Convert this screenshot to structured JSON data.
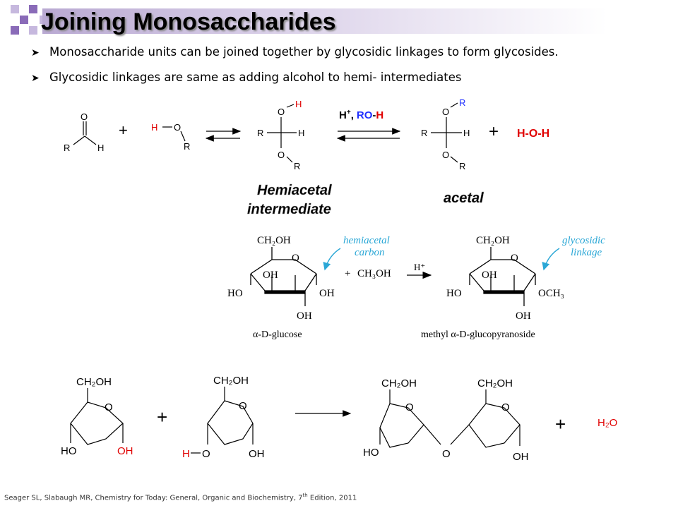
{
  "title": "Joining Monosaccharides",
  "bullets": [
    "Monosaccharide units can be joined together by glycosidic linkages to form glycosides.",
    "Glycosidic linkages are same as adding alcohol to hemi- intermediates"
  ],
  "scheme1": {
    "aldehyde_O": "O",
    "aldehyde_R": "R",
    "aldehyde_H": "H",
    "plus1": "+",
    "alcohol_H": "H",
    "alcohol_O": "O",
    "alcohol_R": "R",
    "hemiacetal_O_top": "O",
    "hemiacetal_H_top": "H",
    "hemiacetal_R": "R",
    "hemiacetal_H": "H",
    "hemiacetal_O_bottom": "O",
    "hemiacetal_R_bottom": "R",
    "catalyst_H": "H",
    "catalyst_sup": "+",
    "catalyst_comma": ",",
    "catalyst_RO": "RO",
    "catalyst_dash": "-",
    "catalyst_H2": "H",
    "acetal_O_top": "O",
    "acetal_R_top": "R",
    "acetal_R": "R",
    "acetal_H": "H",
    "acetal_O_bottom": "O",
    "acetal_R_bottom": "R",
    "plus2": "+",
    "water": "H-O-H",
    "label_hemiacetal_1": "Hemiacetal",
    "label_hemiacetal_2": "intermediate",
    "label_acetal": "acetal"
  },
  "scheme2": {
    "glc_CH2OH": "CH₂OH",
    "glc_O": "O",
    "glc_OH1": "OH",
    "glc_HO": "HO",
    "glc_OH2": "OH",
    "glc_OH3": "OH",
    "note_hemiacetal_1": "hemiacetal",
    "note_hemiacetal_2": "carbon",
    "plus": "+",
    "methanol": "CH₃OH",
    "catalyst": "H⁺",
    "prod_CH2OH": "CH₂OH",
    "prod_O": "O",
    "prod_OH1": "OH",
    "prod_HO": "HO",
    "prod_OCH3": "OCH₃",
    "prod_OH3": "OH",
    "note_glycosidic_1": "glycosidic",
    "note_glycosidic_2": "linkage",
    "caption_left": "α-D-glucose",
    "caption_right": "methyl α-D-glucopyranoside"
  },
  "scheme3": {
    "r1_CH2OH": "CH₂OH",
    "r1_O": "O",
    "r1_HO": "HO",
    "r1_OH": "OH",
    "plus1": "+",
    "r2_CH2OH": "CH₂OH",
    "r2_O": "O",
    "r2_H": "H",
    "r2_O2": "O",
    "r2_OH": "OH",
    "p_CH2OH_1": "CH₂OH",
    "p_O1": "O",
    "p_HO": "HO",
    "p_O_bridge": "O",
    "p_CH2OH_2": "CH₂OH",
    "p_O2": "O",
    "p_OH": "OH",
    "plus2": "+",
    "water": "H₂O"
  },
  "citation_pre": "Seager SL, Slabaugh MR, Chemistry for Today: General, Organic and Biochemistry, 7",
  "citation_sup": "th",
  "citation_post": " Edition, 2011",
  "colors": {
    "red": "#e00000",
    "blue": "#1f2fff",
    "cyan": "#2aa7d6",
    "accent": "#8a6bb8"
  }
}
